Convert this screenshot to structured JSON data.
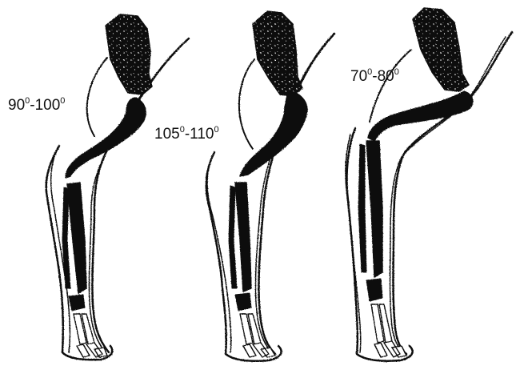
{
  "figure": {
    "legs": [
      {
        "id": "leg-1",
        "angle": {
          "low": "90",
          "high": "100",
          "sup": "0"
        }
      },
      {
        "id": "leg-2",
        "angle": {
          "low": "105",
          "high": "110",
          "sup": "0"
        }
      },
      {
        "id": "leg-3",
        "angle": {
          "low": "70",
          "high": "80",
          "sup": "0"
        }
      }
    ]
  },
  "colors": {
    "ink": "#111111",
    "paper": "#ffffff"
  }
}
